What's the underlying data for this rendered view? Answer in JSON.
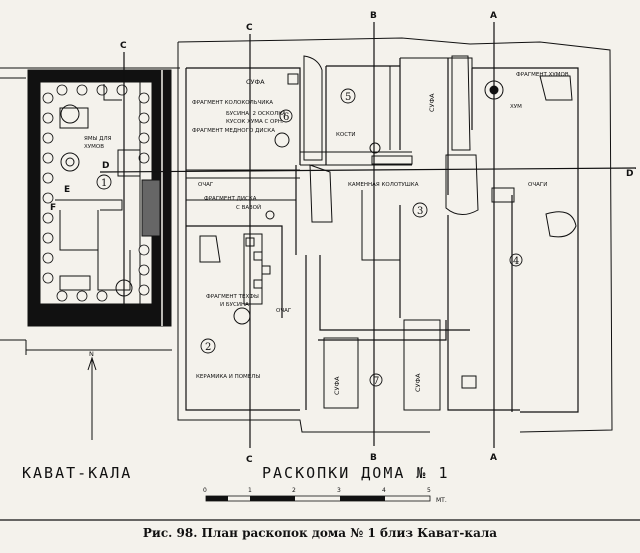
{
  "section_labels": {
    "a_top": "A",
    "a_bottom": "A",
    "b_top": "B",
    "b_bottom": "B",
    "c_top_left": "C",
    "c_top_mid": "C",
    "c_bottom": "C",
    "d_left": "D",
    "d_right": "D",
    "e": "E",
    "f": "F"
  },
  "room_numbers": [
    "1",
    "2",
    "3",
    "4",
    "5",
    "6",
    "7"
  ],
  "labels": {
    "sufa_top": "СУФА",
    "sufa_room3": "СУФА",
    "sufa_b1": "СУФА",
    "sufa_b2": "СУФА",
    "frag_kolokol": "ФРАГМЕНТ КОЛОКОЛЬЧИКА",
    "busina": "БУСИНА, 2 ОСКОЛКА",
    "kusok_khuma": "КУСОК ХУМА С ОРН.",
    "frag_mednogo": "ФРАГМЕНТ МЕДНОГО ДИСКА",
    "kosti": "КОСТИ",
    "kamennaya": "КАМЕННАЯ КОЛОТУШКА",
    "ochag_left": "ОЧАГ",
    "ochagi_right": "ОЧАГИ",
    "frag_diska": "ФРАГМЕНТ ДИСКА",
    "s_vazoi": "С ВАЗОЙ",
    "frag_khumov": "ФРАГМЕНТ ХУМОВ",
    "khum": "ХУМ",
    "yamy": "ЯМЫ ДЛЯ",
    "khumov": "ХУМОВ",
    "frag_tekhfa": "ФРАГМЕНТ ТЕХФЫ",
    "i_busina": "И БУСИНА",
    "ochag_mid": "ОЧАГ",
    "keramika": "КЕРАМИКА И ПОМЕЛЫ"
  },
  "north_label": "N",
  "title_left": "КАВАТ-КАЛА",
  "title_right": "РАСКОПКИ ДОМА № 1",
  "scale": {
    "ticks": [
      "0",
      "1",
      "2",
      "3",
      "4",
      "5"
    ],
    "unit": "МТ."
  },
  "caption": "Рис. 98. План раскопок дома № 1 близ Кават-кала"
}
